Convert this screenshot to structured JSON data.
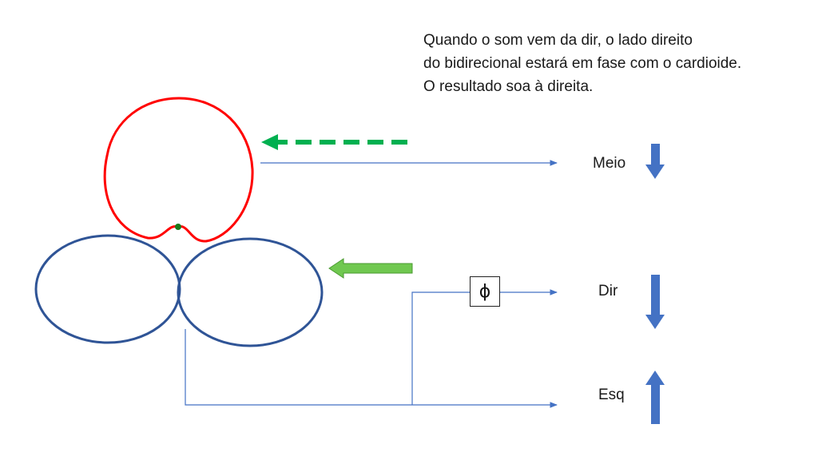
{
  "caption": {
    "line1": "Quando o som vem da dir, o lado direito",
    "line2": "do bidirecional estará em fase com o cardioide.",
    "line3": "O resultado soa à direita."
  },
  "outputs": {
    "mid": "Meio",
    "right": "Dir",
    "left": "Esq"
  },
  "phase_symbol": "ϕ",
  "colors": {
    "cardioid": "#ff0000",
    "figure_eight": "#2f5496",
    "signal_line": "#4472c4",
    "arrow_green_dashed": "#00b050",
    "arrow_green_solid": "#70c850",
    "level_arrow": "#4472c4",
    "center_dot": "#1a7a1a"
  }
}
